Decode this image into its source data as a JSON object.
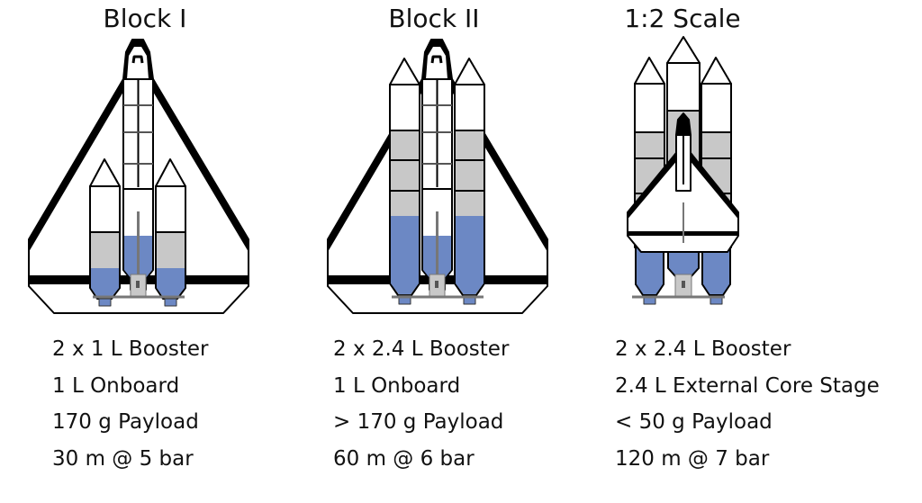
{
  "columns": [
    {
      "title": "Block I",
      "lines": [
        "2 x 1 L Booster",
        "1 L Onboard",
        "170 g Payload",
        "30 m @ 5 bar"
      ]
    },
    {
      "title": "Block II",
      "lines": [
        "2 x 2.4 L Booster",
        "1 L Onboard",
        "> 170 g Payload",
        "60 m @ 6 bar"
      ]
    },
    {
      "title": "1:2 Scale",
      "lines": [
        "2 x 2.4 L Booster",
        "2.4 L External Core Stage",
        "< 50 g Payload",
        "120 m @ 7 bar"
      ]
    }
  ],
  "colors": {
    "water": "#6c88c4",
    "air": "#c8c8c8",
    "outline": "#000000"
  }
}
